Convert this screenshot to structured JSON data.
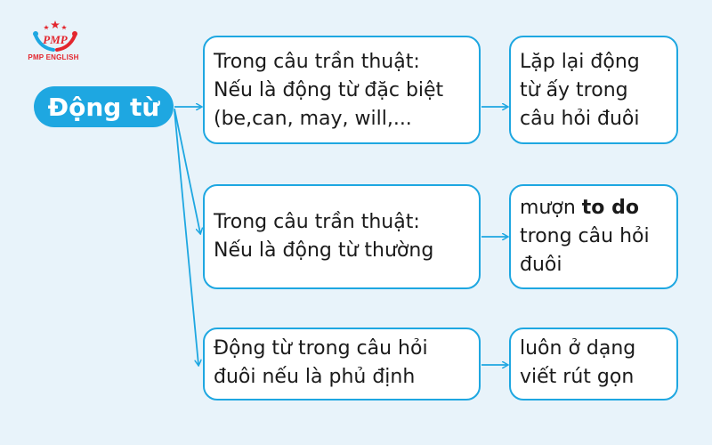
{
  "logo": {
    "icon": "pmp-logo-icon",
    "brand": "PMP ENGLISH"
  },
  "root": {
    "label": "Động từ"
  },
  "branches": [
    {
      "lines": [
        "Trong câu trần thuật:",
        "Nếu là động từ đặc biệt",
        "(be,can, may, will,..."
      ],
      "result": {
        "lines": [
          "Lặp lại động",
          "từ ấy trong",
          "câu hỏi đuôi"
        ]
      }
    },
    {
      "lines": [
        "Trong câu trần thuật:",
        "Nếu là động từ thường"
      ],
      "result": {
        "prefix": "mượn ",
        "bold": "to do",
        "lines": [
          "trong câu hỏi",
          "đuôi"
        ]
      }
    },
    {
      "lines": [
        "Động từ trong câu hỏi",
        "đuôi nếu là phủ định"
      ],
      "result": {
        "lines": [
          "luôn ở dạng",
          "viết rút gọn"
        ]
      }
    }
  ],
  "colors": {
    "accent": "#1ea7e1",
    "background": "#e8f3fa",
    "brand_red": "#e3262e"
  }
}
